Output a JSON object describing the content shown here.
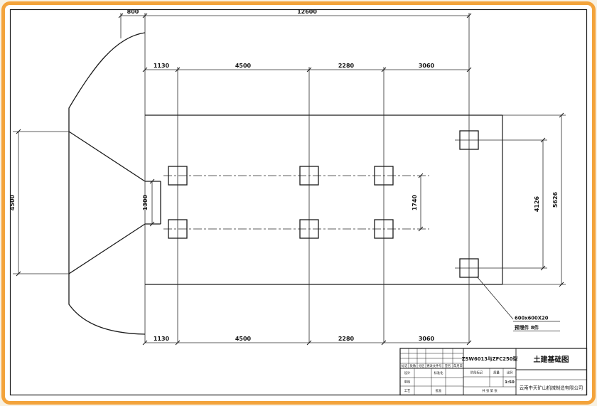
{
  "dimensions": {
    "top_offset": "800",
    "top_total": "12600",
    "cols": [
      "1130",
      "4500",
      "2280",
      "3060"
    ],
    "hopper_width": "4500",
    "opening": "1300",
    "row_gap": "1740",
    "anchor_span": "4126",
    "slab_width": "5626"
  },
  "note": {
    "plate_size": "600x600X20",
    "plate_label": "预埋件 8件"
  },
  "title_block": {
    "model": "ZSW6013与ZFC250型",
    "drawing_title": "土建基础图",
    "company": "云南中天矿山机械制造有限公司",
    "scale_value": "1:50",
    "labels": {
      "rev": [
        "标记",
        "处数",
        "分区",
        "更改文件号",
        "签名",
        "年月日"
      ],
      "design": "设计",
      "standardization": "标准化",
      "check": "审核",
      "process": "工艺",
      "approve": "批准",
      "stage": "阶段标记",
      "mass": "质量",
      "scale": "比例",
      "sheet": "共 张 第 张"
    }
  },
  "colors": {
    "frame_orange": "#f3a33b",
    "line": "#1b1b1b"
  }
}
